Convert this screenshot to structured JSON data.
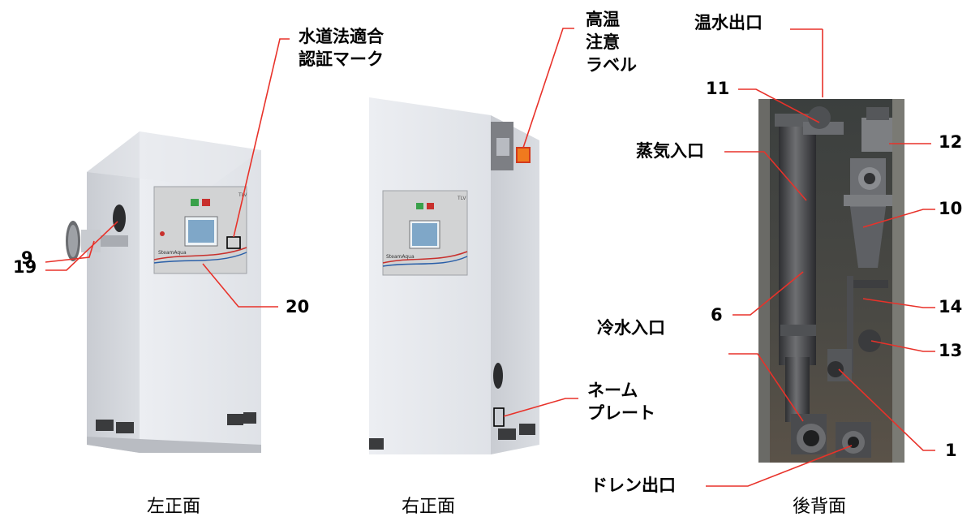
{
  "views": [
    {
      "caption": "左正面"
    },
    {
      "caption": "右正面"
    },
    {
      "caption": "後背面"
    }
  ],
  "callouts": {
    "water_cert": "水道法適合\n認証マーク",
    "high_temp": "高温\n注意\nラベル",
    "hot_out": "温水出口",
    "steam_in": "蒸気入口",
    "cold_in": "冷水入口",
    "name_plate": "ネーム\nプレート",
    "drain_out": "ドレン出口",
    "n9": "9",
    "n19": "19",
    "n20": "20",
    "n11": "11",
    "n12": "12",
    "n10": "10",
    "n6": "6",
    "n14": "14",
    "n13": "13",
    "n1": "1"
  },
  "panel": {
    "brand": "TLV",
    "product": "SteamAqua"
  },
  "colors": {
    "leader": "#e8322a",
    "cabinet": "#dde0e5",
    "panel": "#d2d3d4",
    "label_fill": "#f07a1e"
  }
}
